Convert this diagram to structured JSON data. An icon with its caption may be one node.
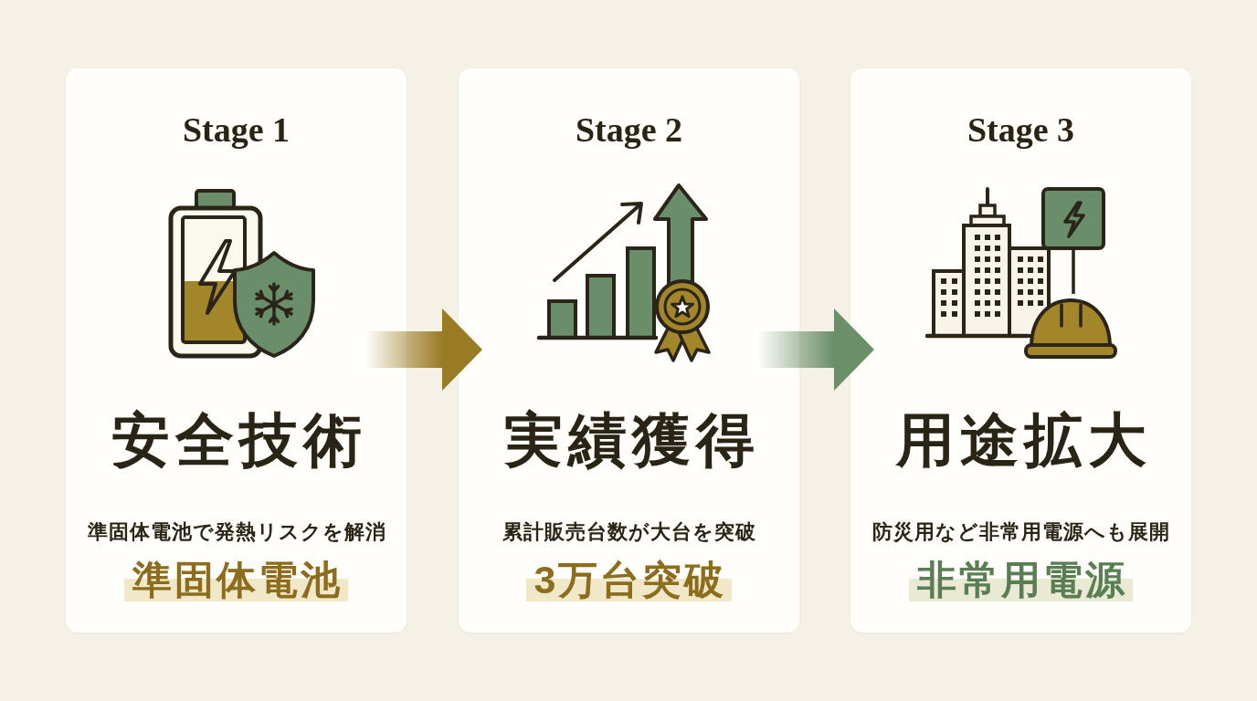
{
  "diagram": {
    "nodes": [
      {
        "text": [
          "Stage 1",
          "安全技術",
          "準固体電池で発熱リスクを解消",
          "準固体電池"
        ]
      },
      {
        "text": [
          "Stage 2",
          "実績獲得",
          "累計販売台数が大台を突破",
          "3万台突破"
        ]
      },
      {
        "text": [
          "Stage 3",
          "用途拡大",
          "防災用など非常用電源へも展開",
          "非常用電源"
        ]
      }
    ],
    "edges": [
      {
        "from": 0,
        "to": 1,
        "arrow": "to",
        "color": "#9a7b25"
      },
      {
        "from": 1,
        "to": 2,
        "arrow": "to",
        "color": "#6b8f69"
      }
    ]
  }
}
